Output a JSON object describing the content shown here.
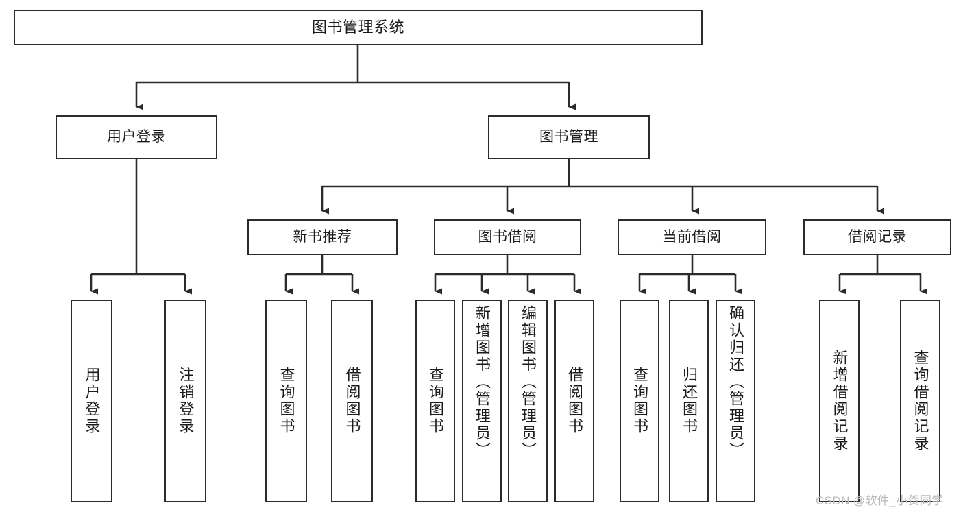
{
  "diagram": {
    "title": "图书管理系统",
    "type": "hierarchy-flowchart",
    "root": {
      "label": "图书管理系统"
    },
    "level2": [
      {
        "label": "用户登录"
      },
      {
        "label": "图书管理"
      }
    ],
    "level3": [
      {
        "label": "新书推荐"
      },
      {
        "label": "图书借阅"
      },
      {
        "label": "当前借阅"
      },
      {
        "label": "借阅记录"
      }
    ],
    "leaves": {
      "user_login": [
        {
          "label": "用户登录"
        },
        {
          "label": "注销登录"
        }
      ],
      "new_book": [
        {
          "label": "查询图书"
        },
        {
          "label": "借阅图书"
        }
      ],
      "book_borrow": [
        {
          "label": "查询图书"
        },
        {
          "label": "新增图书（管理员）"
        },
        {
          "label": "编辑图书（管理员）"
        },
        {
          "label": "借阅图书"
        }
      ],
      "current_borrow": [
        {
          "label": "查询图书"
        },
        {
          "label": "归还图书"
        },
        {
          "label": "确认归还（管理员）"
        }
      ],
      "borrow_record": [
        {
          "label": "新增借阅记录"
        },
        {
          "label": "查询借阅记录"
        }
      ]
    }
  },
  "watermark": {
    "text": "CSDN @软件_小贺同学"
  },
  "colors": {
    "stroke": "#2b2b2b",
    "background": "#ffffff",
    "text": "#1b1b1b",
    "watermark": "#b9b9b9"
  }
}
